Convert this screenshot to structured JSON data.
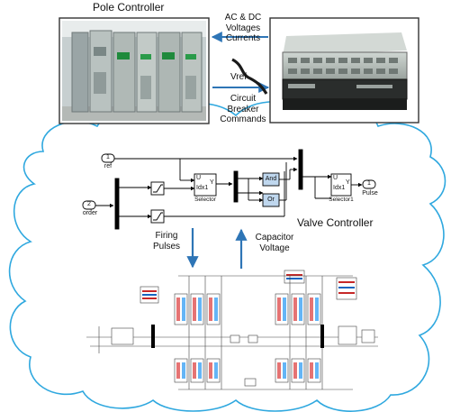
{
  "titles": {
    "pole_controller": "Pole Controller",
    "valve_controller": "Valve Controller"
  },
  "signals": {
    "ac_dc_line1": "AC & DC",
    "ac_dc_line2": "Voltages",
    "ac_dc_line3": "Currents",
    "vref": "Vref",
    "cb_line1": "Circuit",
    "cb_line2": "Breaker",
    "cb_line3": "Commands",
    "firing_line1": "Firing",
    "firing_line2": "Pulses",
    "cap_line1": "Capacitor",
    "cap_line2": "Voltage"
  },
  "simulink": {
    "in1_num": "1",
    "in1_name": "ref",
    "in2_num": "2",
    "in2_name": "order",
    "selector_name": "Selector",
    "selector1_name": "Selector1",
    "sel_u": "U",
    "sel_idx": "Idx1",
    "sel_y": "Y",
    "and_label": "And",
    "or_label": "Or",
    "out_num": "1",
    "out_name": "Pulse"
  },
  "colors": {
    "cloud_stroke": "#2fa8df",
    "arrow_blue": "#2e75b6",
    "photo_border": "#333333"
  }
}
